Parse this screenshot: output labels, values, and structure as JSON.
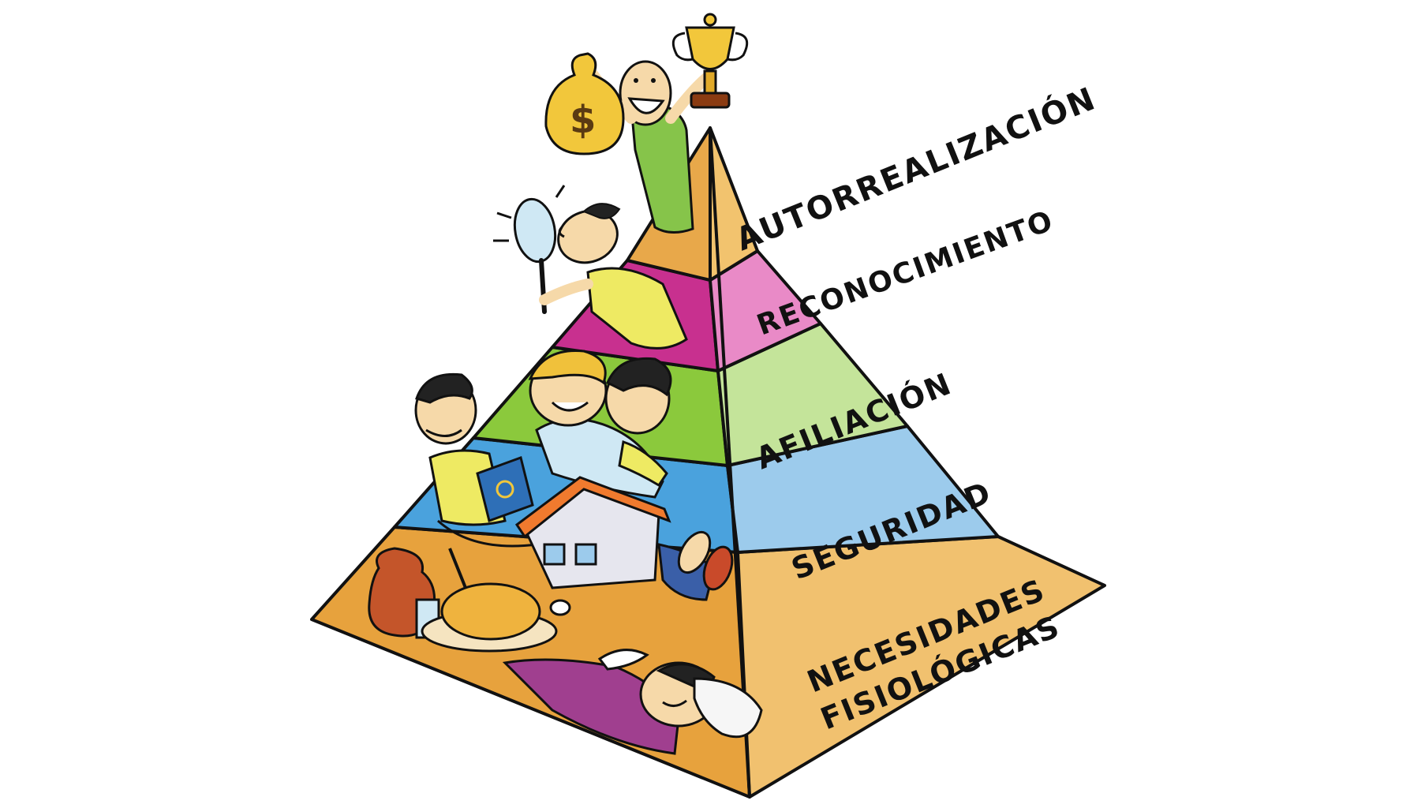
{
  "pyramid": {
    "levels": [
      {
        "id": "autorrealizacion",
        "label": "AUTORREALIZACIÓN",
        "color_front": "#e8a84a",
        "color_side": "#f2c36e"
      },
      {
        "id": "reconocimiento",
        "label": "RECONOCIMIENTO",
        "color_front": "#c8308f",
        "color_side": "#e98ac7"
      },
      {
        "id": "afiliacion",
        "label": "AFILIACIÓN",
        "color_front": "#8bc93c",
        "color_side": "#c4e49a"
      },
      {
        "id": "seguridad",
        "label": "SEGURIDAD",
        "color_front": "#4aa2dd",
        "color_side": "#9ccbec"
      },
      {
        "id": "necesidades",
        "label_lines": [
          "NECESIDADES",
          "FISIOLÓGICAS"
        ],
        "color_front": "#e7a23d",
        "color_side": "#f1c16f"
      }
    ]
  },
  "illustrations": {
    "top": "winner-with-money-bag-and-trophy",
    "esteem": "man-admiring-himself-in-mirror",
    "belonging": "two-friends-hugging",
    "safety": "man-reading-book-next-to-house",
    "physiological": "man-sleeping-with-food-and-drink"
  },
  "symbols": {
    "dollar": "$"
  }
}
